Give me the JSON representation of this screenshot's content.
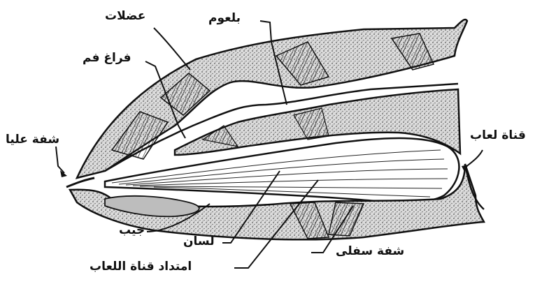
{
  "labels": {
    "muscles": "عضلات",
    "pharynx": "بلعوم",
    "mouth_cavity": "فراغ فم",
    "upper_lip": "شفة عليا",
    "salivary_duct": "قناة لعاب",
    "pouch": "جيب",
    "tongue": "لسان",
    "lower_lip": "شفة سفلى",
    "salivary_duct_extension": "امتداد قناة اللعاب"
  },
  "colors": {
    "ink": "#111111",
    "stipple": "#8a8a8a",
    "background": "#ffffff"
  }
}
